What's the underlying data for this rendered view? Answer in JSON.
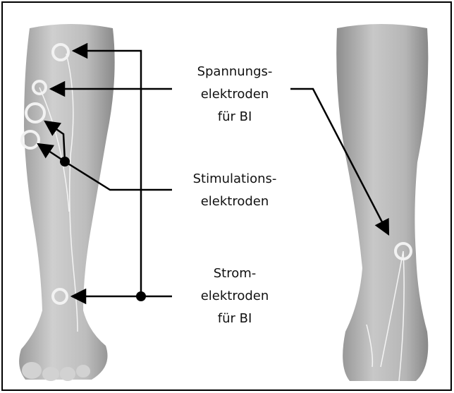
{
  "labels": {
    "voltage": {
      "line1": "Spannungs-",
      "line2": "elektroden",
      "line3": "für BI"
    },
    "stimulation": {
      "line1": "Stimulations-",
      "line2": "elektroden"
    },
    "current": {
      "line1": "Strom-",
      "line2": "elektroden",
      "line3": "für BI"
    }
  },
  "colors": {
    "line": "#000000",
    "skin": "#c9c9c9",
    "electrode": "#f2f2f2"
  }
}
